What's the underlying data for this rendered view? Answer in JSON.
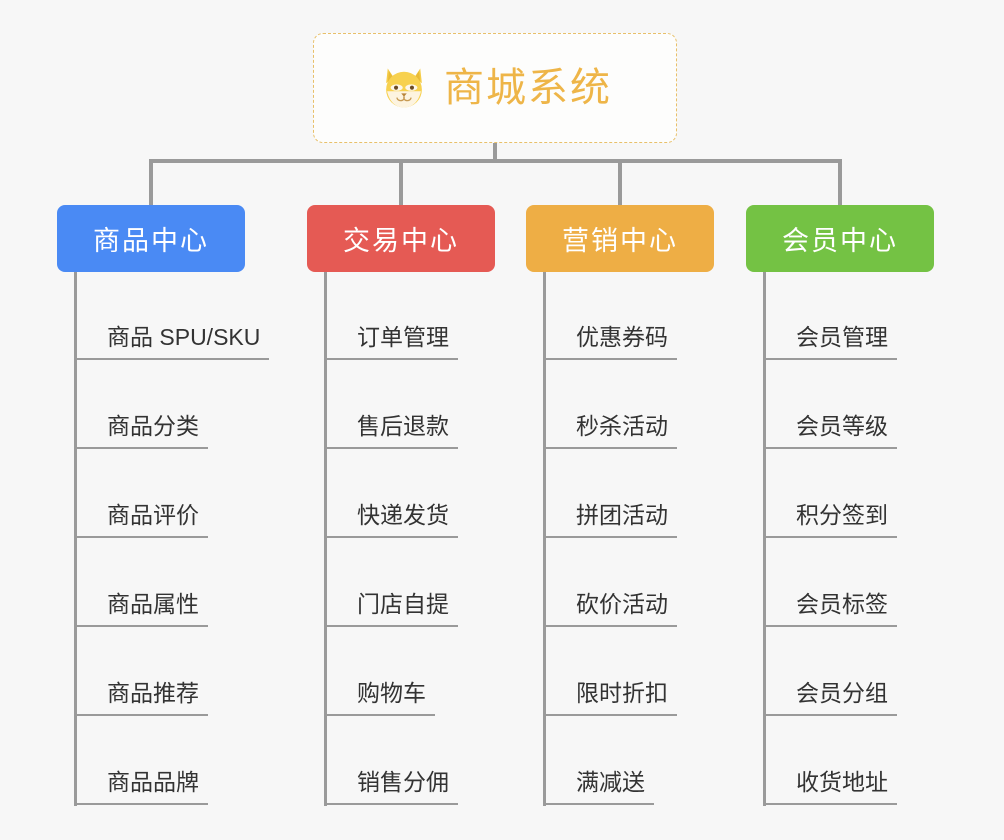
{
  "root": {
    "title": "商城系统",
    "icon": "shiba-dog-icon",
    "accent_color": "#eeb548",
    "border_color": "#e8c06a",
    "background": "#fdfdfc"
  },
  "canvas": {
    "background": "#f7f7f7",
    "connector_color": "#9a9a9a"
  },
  "columns": [
    {
      "id": "product-center",
      "title": "商品中心",
      "color": "#4a8af4",
      "items": [
        "商品 SPU/SKU",
        "商品分类",
        "商品评价",
        "商品属性",
        "商品推荐",
        "商品品牌"
      ]
    },
    {
      "id": "trade-center",
      "title": "交易中心",
      "color": "#e55a54",
      "items": [
        "订单管理",
        "售后退款",
        "快递发货",
        "门店自提",
        "购物车",
        "销售分佣"
      ]
    },
    {
      "id": "marketing-center",
      "title": "营销中心",
      "color": "#eeae45",
      "items": [
        "优惠券码",
        "秒杀活动",
        "拼团活动",
        "砍价活动",
        "限时折扣",
        "满减送"
      ]
    },
    {
      "id": "member-center",
      "title": "会员中心",
      "color": "#74c244",
      "items": [
        "会员管理",
        "会员等级",
        "积分签到",
        "会员标签",
        "会员分组",
        "收货地址"
      ]
    }
  ]
}
